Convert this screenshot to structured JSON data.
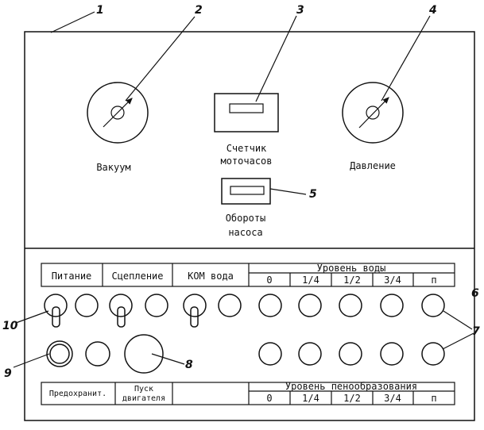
{
  "gauges": {
    "vacuum_label": "Вакуум",
    "pressure_label": "Давление"
  },
  "hour_meter": {
    "label_line1": "Счетчик",
    "label_line2": "моточасов"
  },
  "pump_rpm": {
    "label_line1": "Обороты",
    "label_line2": "насоса"
  },
  "top_row": {
    "power": "Питание",
    "clutch": "Сцепление",
    "pto_water": "КОМ вода",
    "water_level_title": "Уровень воды",
    "levels": [
      "0",
      "1/4",
      "1/2",
      "3/4",
      "п"
    ]
  },
  "bottom_row": {
    "fuse": "Предохранит.",
    "engine_start_line1": "Пуск",
    "engine_start_line2": "двигателя",
    "foam_level_title": "Уровень пенообразования",
    "levels": [
      "0",
      "1/4",
      "1/2",
      "3/4",
      "п"
    ]
  },
  "callouts": {
    "c1": "1",
    "c2": "2",
    "c3": "3",
    "c4": "4",
    "c5": "5",
    "c6": "6",
    "c7": "7",
    "c8": "8",
    "c9": "9",
    "c10": "10"
  }
}
